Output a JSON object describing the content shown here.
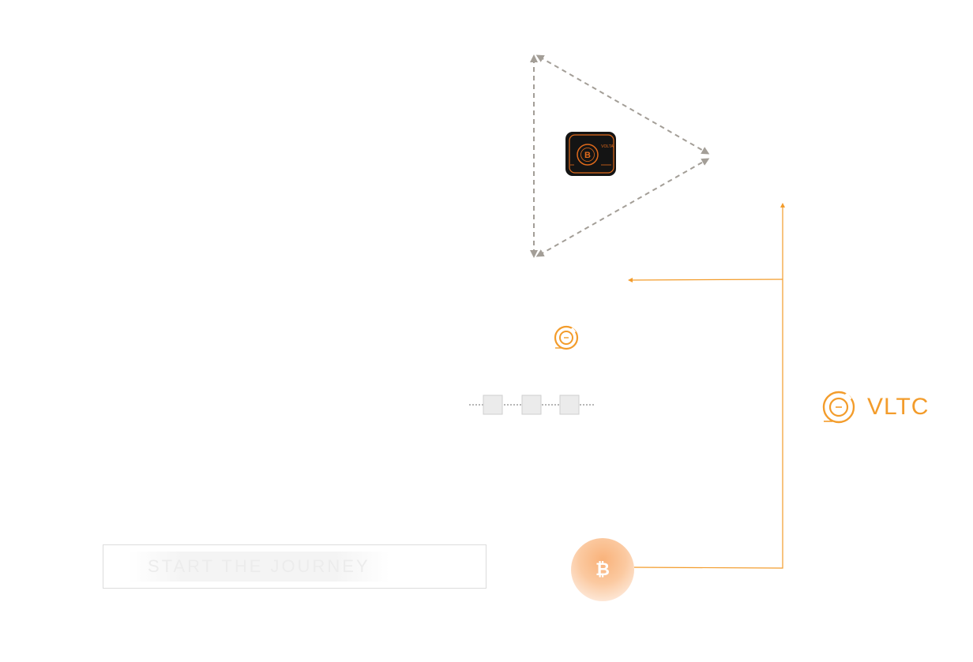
{
  "brand": {
    "name": "VLTC",
    "accent_color": "#f39c2b",
    "arrow_gray": "#a39e97"
  },
  "cta": {
    "label": "START THE JOURNEY"
  },
  "device": {
    "icon": "hardware-wallet-icon",
    "screen_label": "VOLTA",
    "coin_symbol": "B"
  },
  "coin_node": {
    "icon": "bitcoin-coin-icon",
    "glyph": "₿"
  }
}
